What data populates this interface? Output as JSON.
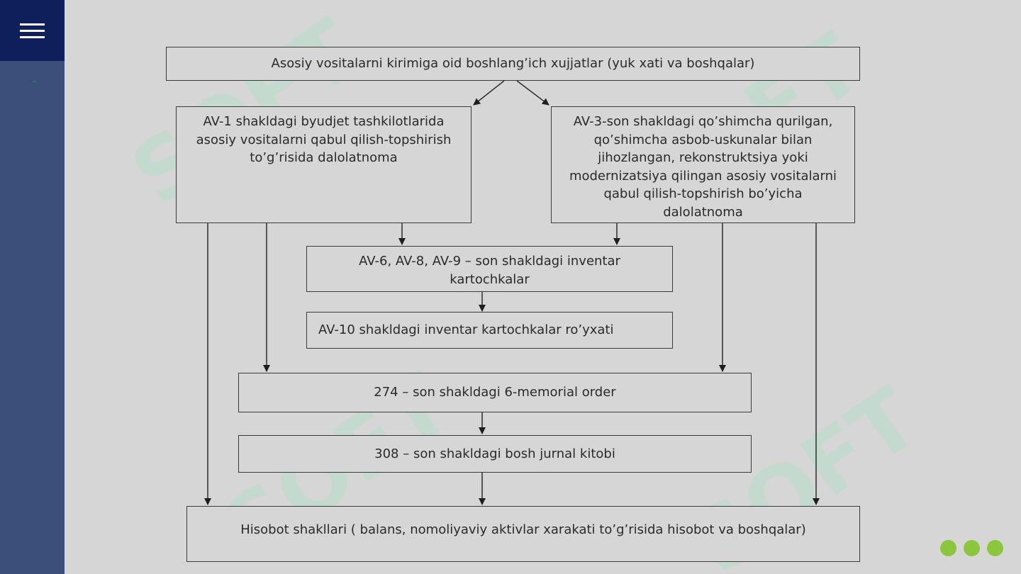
{
  "watermark": "SOFT",
  "diagram": {
    "box_top": "Asosiy vositalarni kirimiga oid boshlang’ich xujjatlar (yuk xati va boshqalar)",
    "box_av1": "AV-1 shakldagi byudjet tashkilotlarida asosiy vositalarni qabul qilish-topshirish to’g’risida dalolatnoma",
    "box_av3": "AV-3-son shakldagi qo’shimcha qurilgan, qo’shimcha asbob-uskunalar bilan jihozlangan, rekonstruktsiya yoki modernizatsiya qilingan asosiy vositalarni qabul qilish-topshirish bo’yicha dalolatnoma",
    "box_av6": "AV-6, AV-8, AV-9 – son shakldagi  inventar kartochkalar",
    "box_av10": "AV-10 shakldagi inventar kartochkalar ro’yxati",
    "box_274": "274 – son shakldagi 6-memorial order",
    "box_308": "308 – son shakldagi bosh jurnal kitobi",
    "box_report": "Hisobot shakllari ( balans, nomoliyaviy aktivlar xarakati to’g’risida hisobot va boshqalar)"
  },
  "colors": {
    "sidebar": "#3b4f7a",
    "menu_button": "#0e1f5c",
    "nav_dot": "#8cc63e",
    "background": "#d6d6d6"
  },
  "icons": {
    "menu": "hamburger-menu-icon"
  }
}
